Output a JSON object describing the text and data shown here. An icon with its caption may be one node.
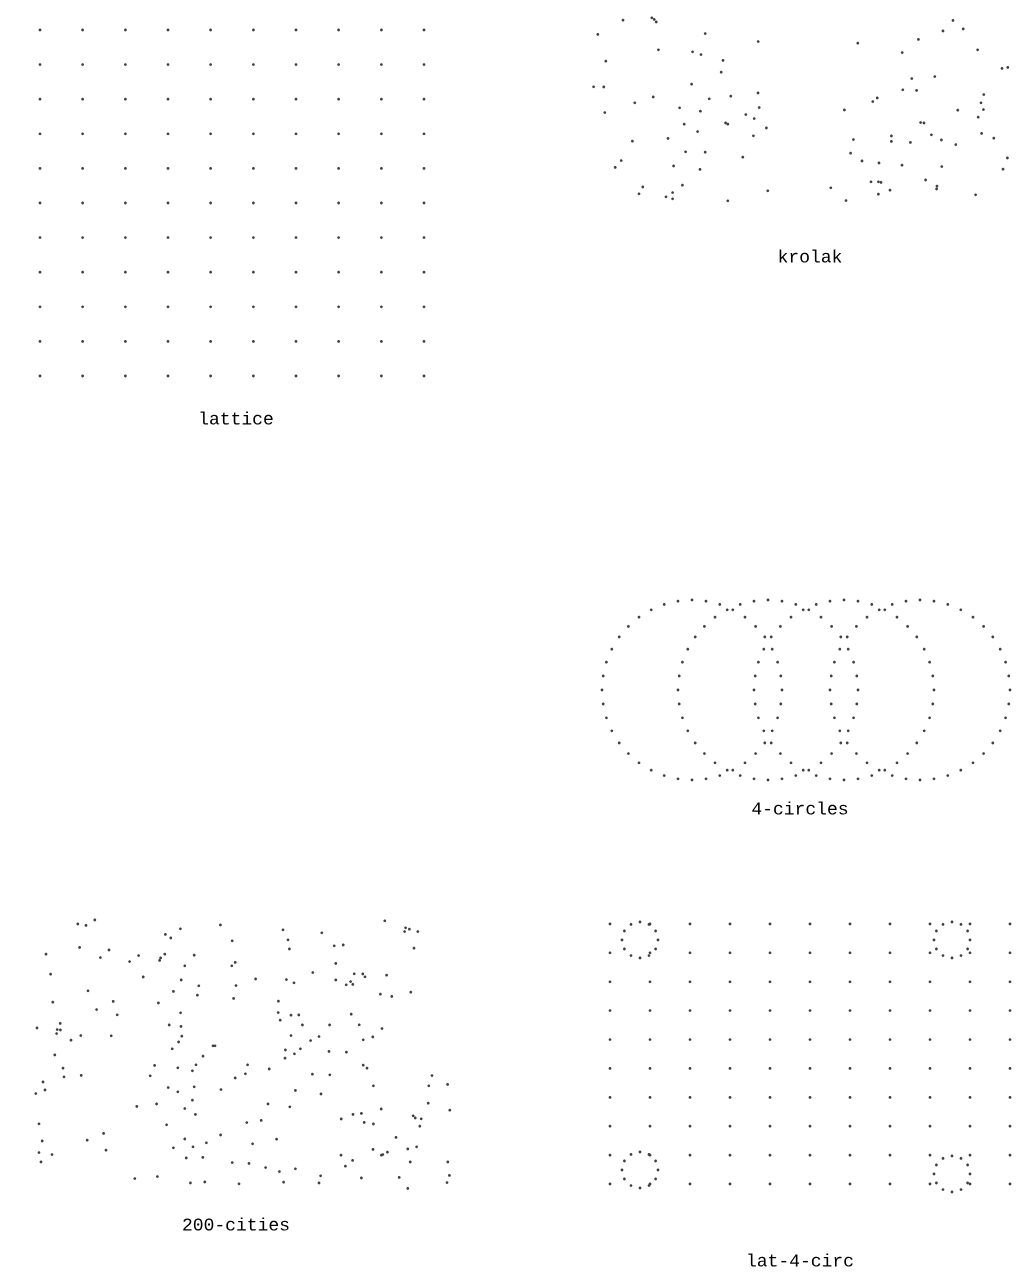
{
  "diagram": {
    "labels": [
      "krolak",
      "lattice",
      "4-circles",
      "200-cities",
      "lat-4-circ"
    ]
  }
}
